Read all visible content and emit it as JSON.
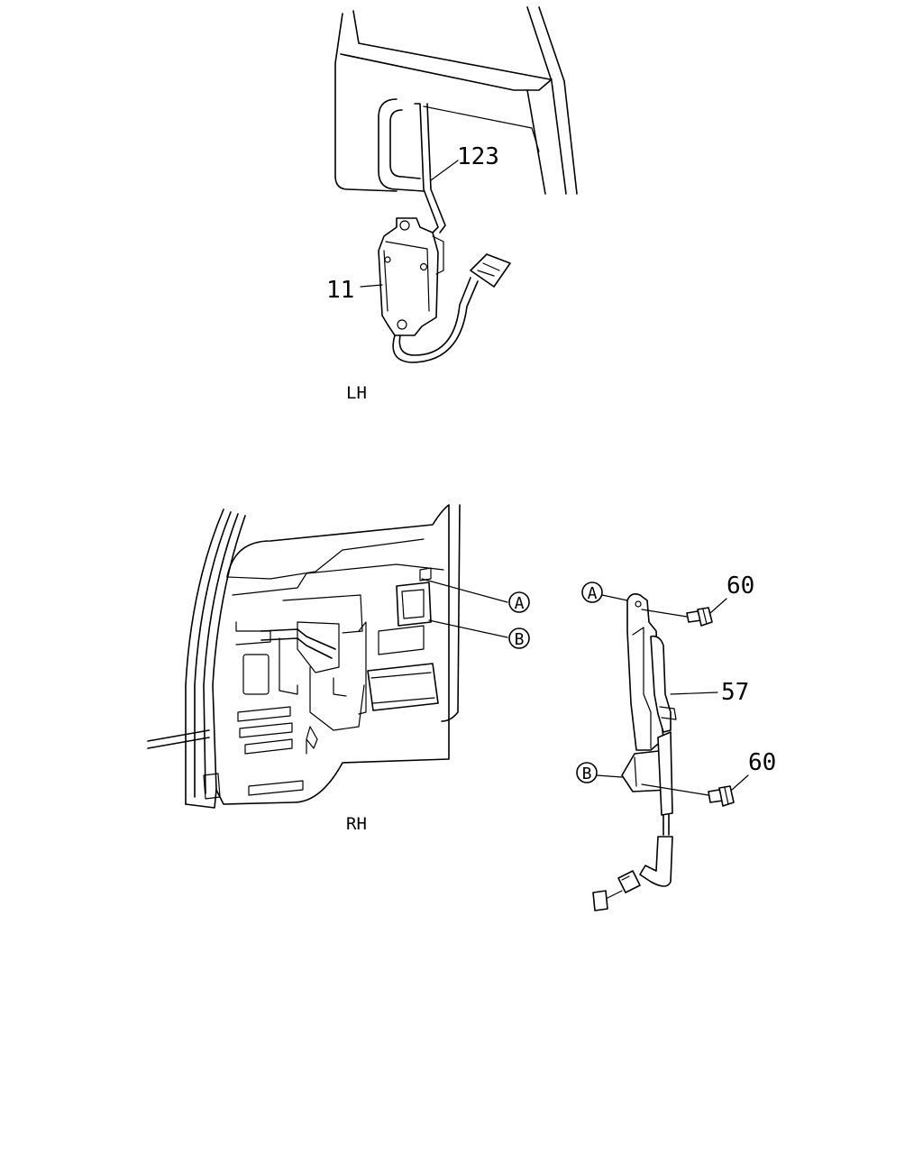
{
  "lh_view": {
    "label": "LH",
    "callouts": {
      "rod": "123",
      "actuator": "11"
    }
  },
  "rh_view": {
    "label": "RH",
    "refs": {
      "a": "A",
      "b": "B"
    }
  },
  "detail_view": {
    "refs": {
      "a": "A",
      "b": "B"
    },
    "callouts": {
      "bolt_upper": "60",
      "bracket": "57",
      "bolt_lower": "60"
    }
  }
}
